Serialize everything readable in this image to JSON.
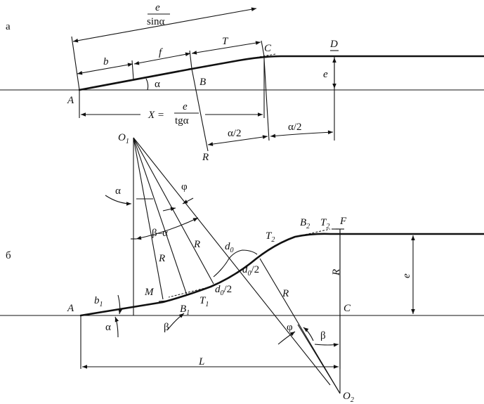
{
  "panel_a": {
    "tag": "а",
    "top_num": "e",
    "top_den": "sinα",
    "b": "b",
    "f": "f",
    "T": "T",
    "C": "C",
    "D": "D",
    "e": "e",
    "A": "A",
    "B": "B",
    "alpha": "α",
    "x_left": "X =",
    "x_num": "e",
    "x_den": "tgα",
    "half1": "α/2",
    "half2": "α/2",
    "R": "R"
  },
  "panel_b": {
    "tag": "б",
    "O1": "O",
    "O1_sub": "1",
    "alpha_top": "α",
    "phi_top": "φ",
    "beta_minus_alpha": "β–α",
    "R1": "R",
    "R2": "R",
    "d0": "d",
    "d0_sub": "0",
    "d0half1": "d",
    "d0half1_sub": "0",
    "d0half1_tail": "/2",
    "d0half2": "d",
    "d0half2_sub": "0",
    "d0half2_tail": "/2",
    "T2a": "T",
    "T2a_sub": "2",
    "B2": "B",
    "B2_sub": "2",
    "T2b": "T",
    "T2b_sub": "2",
    "F": "F",
    "R_vert": "R",
    "e": "e",
    "M": "M",
    "b1": "b",
    "b1_sub": "1",
    "A": "A",
    "alpha_bot": "α",
    "B1": "B",
    "B1_sub": "1",
    "T1": "T",
    "T1_sub": "1",
    "beta1": "β",
    "C": "C",
    "R3": "R",
    "phi_bot": "φ",
    "beta2": "β",
    "L": "L",
    "O2": "O",
    "O2_sub": "2"
  }
}
